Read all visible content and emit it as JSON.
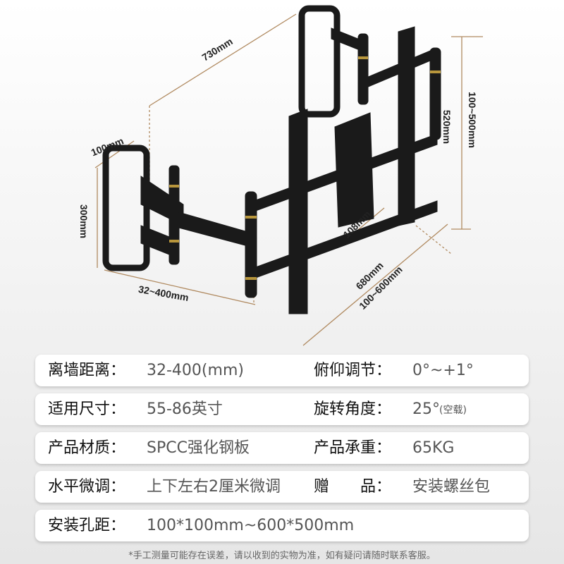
{
  "dimensions": {
    "arm_reach": "730mm",
    "wall_plate_width": "100mm",
    "wall_plate_height": "300mm",
    "wall_distance": "32~400mm",
    "bracket_width": "108mm",
    "tv_plate_width": "680mm",
    "vesa_horizontal": "100~600mm",
    "vesa_vertical": "100~500mm",
    "tv_plate_height": "520mm"
  },
  "specs": [
    {
      "left_label": "离墙距离：",
      "left_value": "32-400(mm)",
      "right_label": "俯仰调节：",
      "right_value": "0°~+1°"
    },
    {
      "left_label": "适用尺寸：",
      "left_value": "55-86英寸",
      "right_label": "旋转角度：",
      "right_value": "25°",
      "right_note": "(空载)"
    },
    {
      "left_label": "产品材质：",
      "left_value": "SPCC强化钢板",
      "right_label": "产品承重：",
      "right_value": "65KG"
    },
    {
      "left_label": "水平微调：",
      "left_value": "上下左右2厘米微调",
      "right_label": "赠　　品：",
      "right_value": "安装螺丝包"
    },
    {
      "left_label": "安装孔距：",
      "left_value": "100*100mm~600*500mm"
    }
  ],
  "footnote": "*手工测量可能存在误差，请以收到的实物为准，如有疑问请随时联系客服。",
  "colors": {
    "metal": "#1a1a1a",
    "dimension_line": "#b08a60",
    "accent_ring": "#b8963c"
  }
}
